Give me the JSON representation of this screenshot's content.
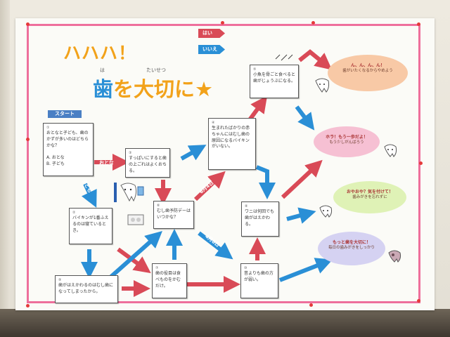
{
  "title": {
    "line1": "ハハハ！",
    "line2_kanji1": "歯",
    "line2_mid": "を",
    "line2_kanji2": "大切",
    "line2_end": "に★",
    "furigana_ha": "は",
    "furigana_taisetsu": "たいせつ"
  },
  "legend": {
    "yes": "はい",
    "no": "いいえ"
  },
  "start_label": "スタート",
  "boxes": [
    {
      "num": "①",
      "text": "おとなと子ども、歯のかずが多いのはどちらかな？",
      "options": [
        "A. おとな",
        "B. 子ども"
      ]
    },
    {
      "num": "②",
      "text": "バイキンが1番ふえるのは寝ているとき。"
    },
    {
      "num": "③",
      "text": "すっぱいにすると歯の上ごれはよくおちる。"
    },
    {
      "num": "④",
      "text": "生まれたばかりの赤ちゃんにはむし歯の原因になるバイキンがいない。"
    },
    {
      "num": "⑤",
      "text": "小魚を骨ごと食べると歯がじょうぶになる。"
    },
    {
      "num": "⑥",
      "text": "むし歯予防デーはいつかな？"
    },
    {
      "num": "⑦",
      "text": "歯の役目は食べものをかむだけ。"
    },
    {
      "num": "⑧",
      "text": "ワニは何回でも歯がはえかわる。"
    },
    {
      "num": "⑨",
      "text": "歯がはえかわるのはむし歯になってしまったから。"
    },
    {
      "num": "⑩",
      "text": "昔よりも歯の方が弱い。"
    }
  ],
  "arrow_labels": {
    "otona": "おとな",
    "kodomo": "子ども",
    "june4": "6月4日",
    "april8": "4月8日"
  },
  "clouds": [
    {
      "head": "ん、ん、ん、ん！",
      "body": "歯がいたくなるからやめよう",
      "color": "#f8c9a6"
    },
    {
      "head": "ホラ！もう一歩だよ！",
      "body": "もう少しがんばろう",
      "color": "#f6c0d3"
    },
    {
      "head": "おやおや？気を付けて！",
      "body": "歯みがきを忘れずに",
      "color": "#dff2b6"
    },
    {
      "head": "もっと歯を大切に！",
      "body": "毎日の歯みがきをしっかり",
      "color": "#d5d2f2"
    }
  ],
  "colors": {
    "yes_arrow": "#d94a57",
    "no_arrow": "#2a8fd6",
    "frame": "#ee6f9c",
    "title": "#f2a21a"
  }
}
